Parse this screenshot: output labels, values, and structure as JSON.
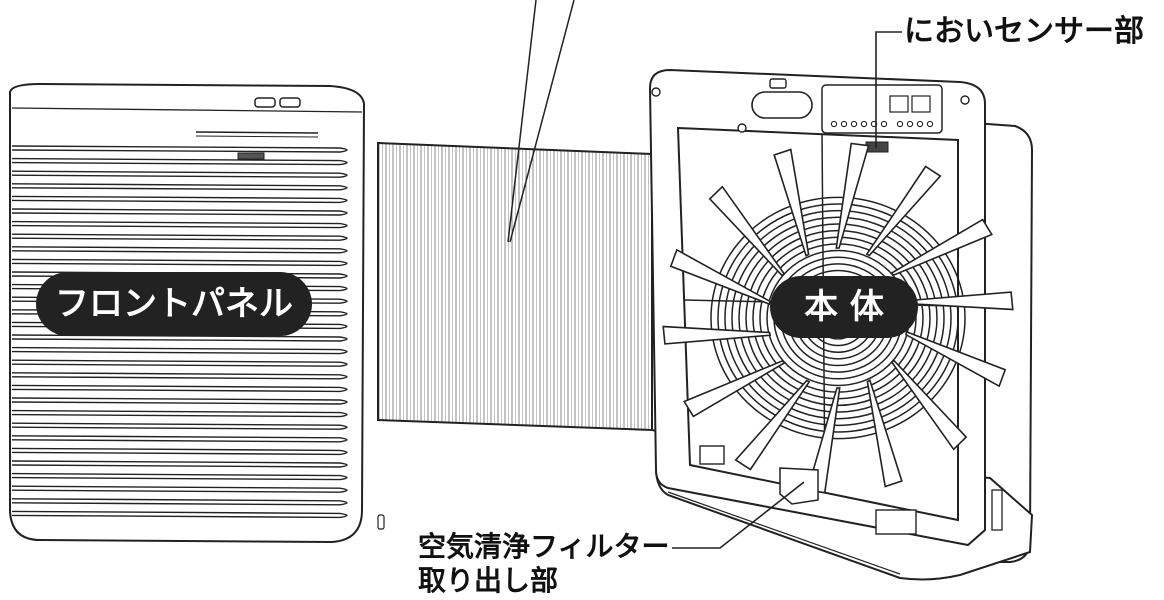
{
  "labels": {
    "front_panel": "フロントパネル",
    "main_body": "本 体",
    "odor_sensor": "においセンサー部",
    "filter_removal_line1": "空気清浄フィルター",
    "filter_removal_line2": "取り出し部"
  },
  "colors": {
    "ink": "#222222",
    "paper": "#ffffff",
    "pill_fill": "#222222",
    "pill_text": "#ffffff"
  }
}
